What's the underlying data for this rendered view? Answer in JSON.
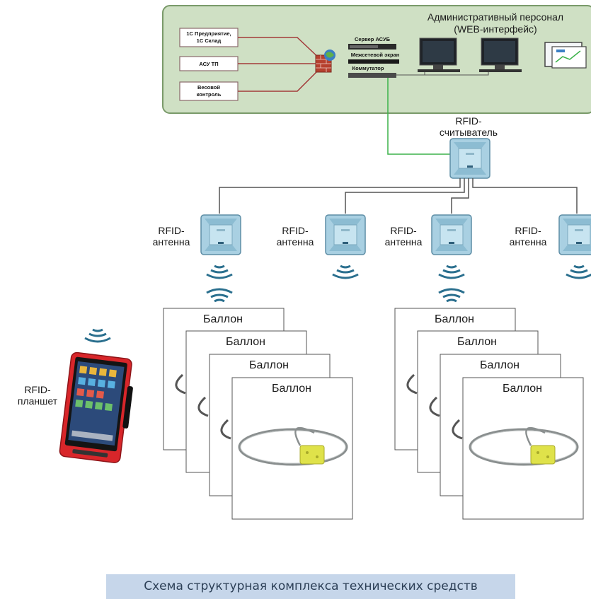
{
  "admin_label": [
    "Административный персонал",
    "(WEB-интерфейс)"
  ],
  "systems": [
    [
      "1С Предприятие,",
      "1С Склад"
    ],
    [
      "АСУ ТП"
    ],
    [
      "Весовой",
      "контроль"
    ]
  ],
  "server_label": "Сервер АСУБ",
  "firewall_label": "Межсетевой экран",
  "switch_label": "Коммутатор",
  "reader_label": [
    "RFID-",
    "считыватель"
  ],
  "antenna_label": [
    "RFID-",
    "антенна"
  ],
  "tablet_label": [
    "RFID-",
    "планшет"
  ],
  "cylinder_label": "Баллон",
  "caption": "Схема структурная комплекса технических средств",
  "colors": {
    "network_bg": "#cfe0c4",
    "network_border": "#7a9a6a",
    "green_link": "#3cb24a",
    "caption_bg": "#c6d6ea"
  }
}
